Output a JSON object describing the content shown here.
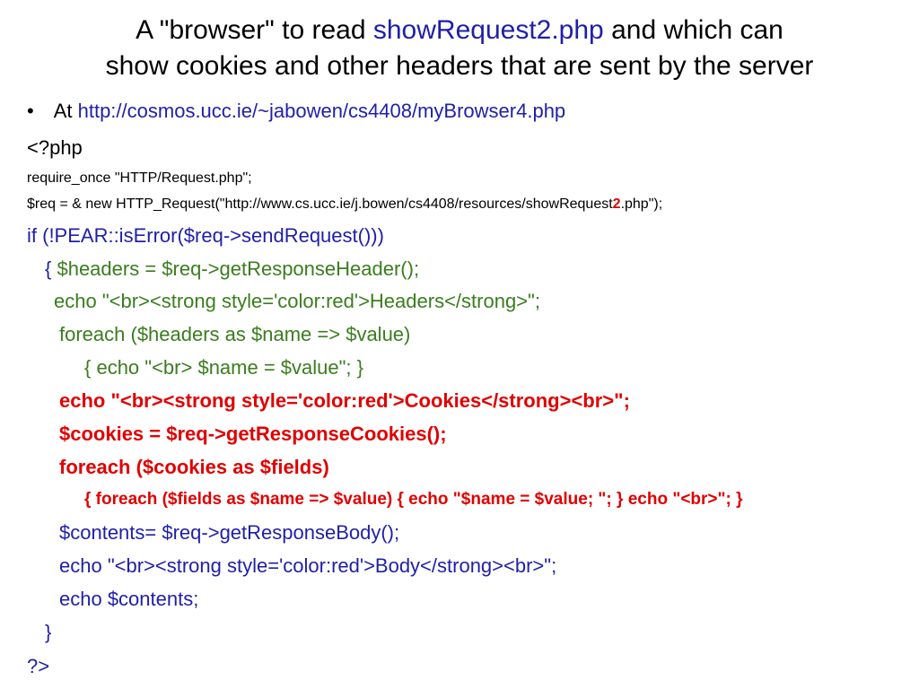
{
  "slide": {
    "title_line1_part1": "A \"browser\" to read ",
    "title_line1_link": "showRequest2.php",
    "title_line1_part2": " and which can",
    "title_line2": "show cookies and other headers that are sent by the server"
  },
  "bullet": {
    "marker": "•",
    "prefix": "At ",
    "url": "http://cosmos.ucc.ie/~jabowen/cs4408/myBrowser4.php"
  },
  "code": {
    "php_open": "<?php",
    "require": "require_once \"HTTP/Request.php\";",
    "req_part1": "$req = & new HTTP_Request(\"http://www.cs.ucc.ie/j.bowen/cs4408/resources/showRequest",
    "req_bold": "2",
    "req_part2": ".php\");",
    "if_line": "if (!PEAR::isError($req->sendRequest()))",
    "brace_open": "{ ",
    "headers_assign": "$headers = $req->getResponseHeader();",
    "echo_headers": "echo \"<br><strong style='color:red'>Headers</strong>\";",
    "foreach_headers": "foreach ($headers as $name => $value)",
    "echo_value": "{ echo \"<br> $name = $value\"; }",
    "echo_cookies": "echo \"<br><strong style='color:red'>Cookies</strong><br>\";",
    "cookies_assign": "$cookies = $req->getResponseCookies();",
    "foreach_cookies": "foreach ($cookies as $fields)",
    "foreach_fields": "{ foreach ($fields as $name => $value)  { echo \"$name = $value; \"; } echo \"<br>\"; }",
    "contents_assign": "$contents= $req->getResponseBody();",
    "echo_body": "echo \"<br><strong style='color:red'>Body</strong><br>\";",
    "echo_contents": "echo $contents;",
    "brace_close": "}",
    "php_close": "?>"
  },
  "colors": {
    "link_blue": "#1f1fa8",
    "code_green": "#3a7d1e",
    "highlight_red": "#e00000"
  }
}
